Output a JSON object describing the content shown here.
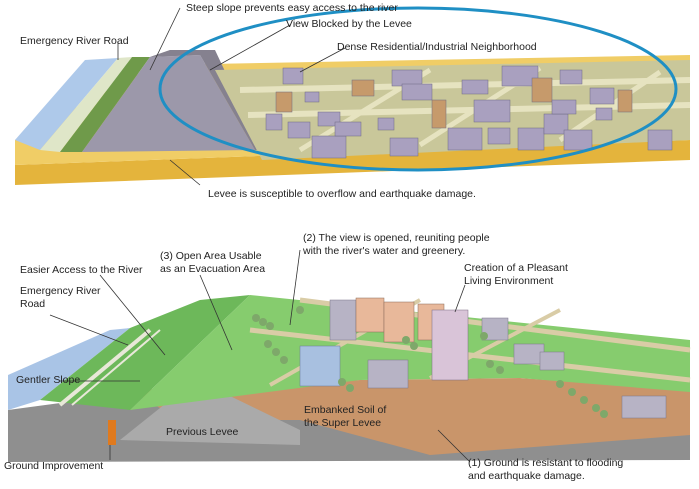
{
  "top_diagram": {
    "labels": {
      "steep_slope": "Steep slope prevents easy access to the river",
      "emergency_road": "Emergency River Road",
      "view_blocked": "View Blocked by the Levee",
      "dense_neighborhood": "Dense Residential/Industrial Neighborhood",
      "susceptible": "Levee is susceptible to overflow and earthquake damage."
    },
    "colors": {
      "ellipse": "#1f8fc4",
      "river": "#a9c4e6",
      "ground": "#eec65a",
      "levee": "#9a97a8",
      "town": "#c8c69a",
      "house_roof": "#a79ebd",
      "house_wall": "#c89a6a"
    }
  },
  "bottom_diagram": {
    "labels": {
      "view_opened_line1": "(2) The view is opened, reuniting people",
      "view_opened_line2": "with the river's water and greenery.",
      "open_area_line1": "(3) Open Area Usable",
      "open_area_line2": "as an Evacuation Area",
      "easier_access": "Easier Access to the River",
      "emergency_road_line1": "Emergency River",
      "emergency_road_line2": "Road",
      "pleasant_line1": "Creation of a Pleasant",
      "pleasant_line2": "Living Environment",
      "gentler_slope": "Gentler Slope",
      "embanked_line1": "Embanked Soil of",
      "embanked_line2": "the Super Levee",
      "previous_levee": "Previous Levee",
      "ground_improvement": "Ground Improvement",
      "resistant_line1": "(1) Ground is resistant to flooding",
      "resistant_line2": "and earthquake damage."
    },
    "colors": {
      "grass": "#7cc46a",
      "river": "#a9c4e6",
      "soil": "#c9956a",
      "bedrock": "#8f8f8f",
      "ground_improvement": "#e07a1e",
      "tree": "#7ea86a"
    }
  }
}
